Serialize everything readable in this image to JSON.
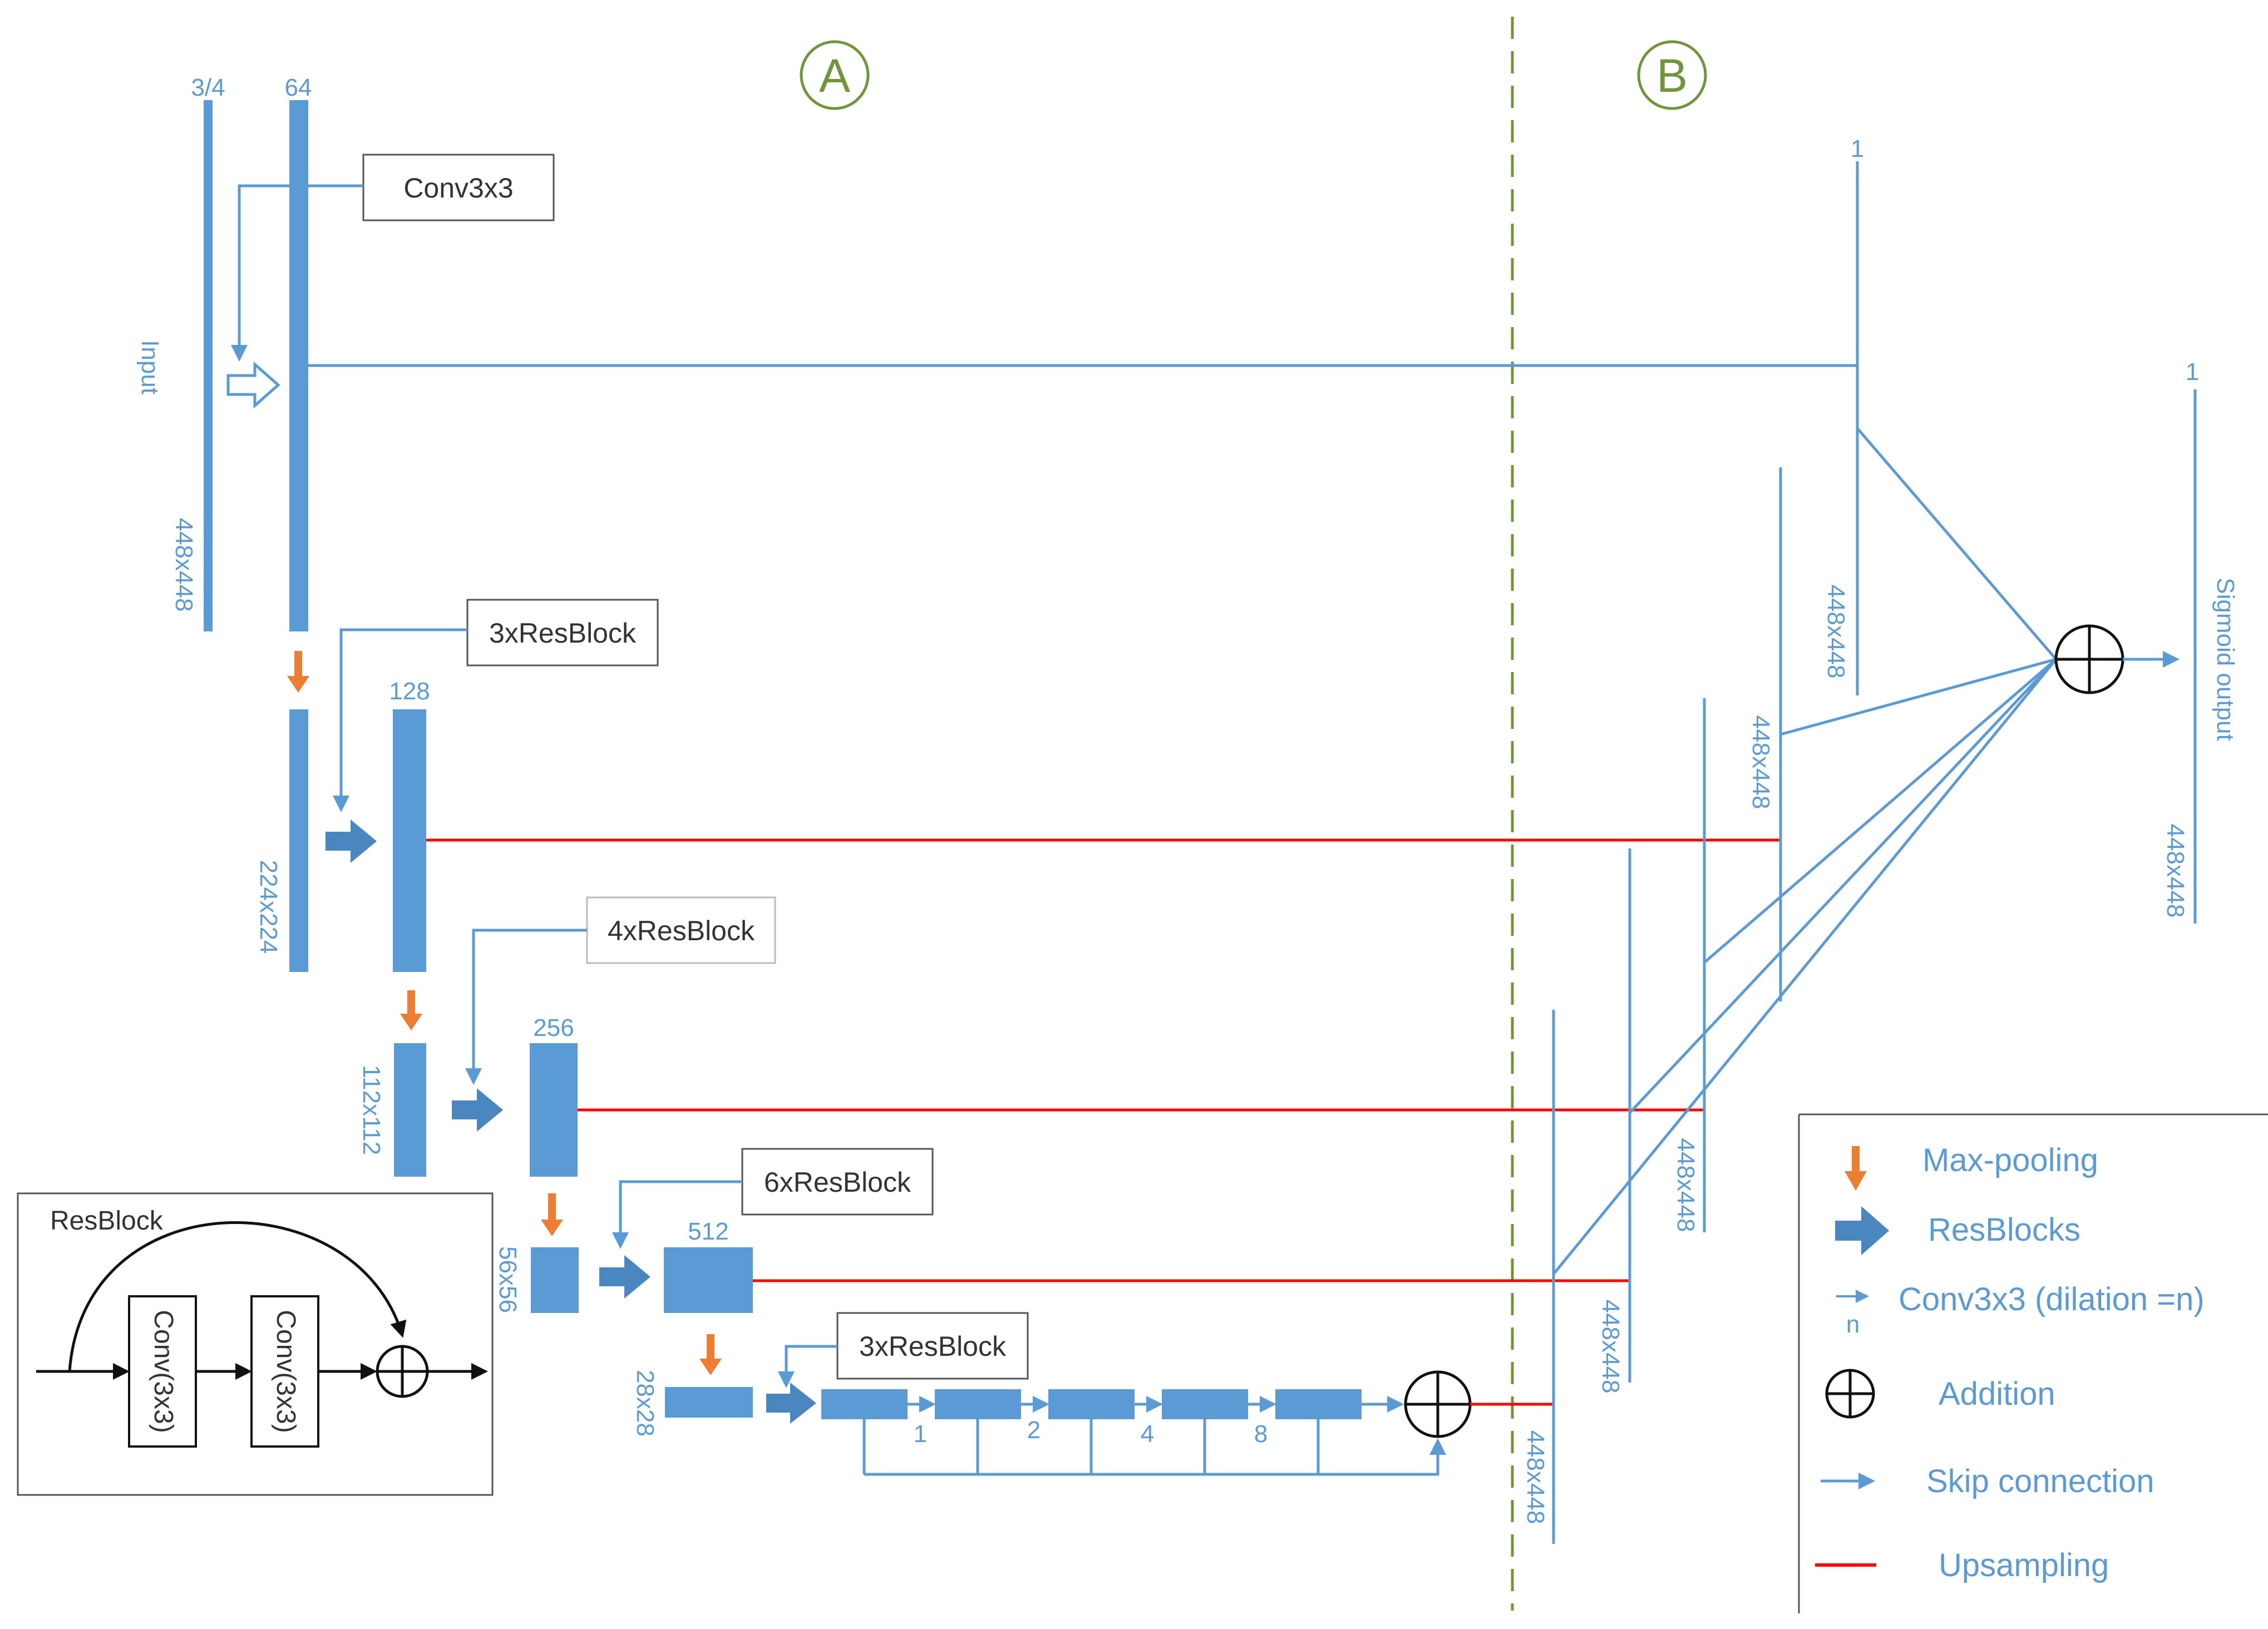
{
  "sections": {
    "a": "A",
    "b": "B"
  },
  "input": {
    "label": "Input",
    "channels": "3/4",
    "size": "448x448"
  },
  "encoder": {
    "level1_channels": "64",
    "level2_channels": "128",
    "level2_size": "224x224",
    "level3_channels": "256",
    "level3_size": "112x112",
    "level4_channels": "512",
    "level4_size": "56x56",
    "level5_size": "28x28"
  },
  "ops": {
    "conv": "Conv3x3",
    "res3a": "3xResBlock",
    "res4": "4xResBlock",
    "res6": "6xResBlock",
    "res3b": "3xResBlock"
  },
  "dilations": [
    "1",
    "2",
    "4",
    "8"
  ],
  "decoder": {
    "top_channels": "1",
    "output_channels": "1",
    "output_label": "Sigmoid output",
    "size_labels": [
      "448x448",
      "448x448",
      "448x448",
      "448x448",
      "448x448",
      "448x448"
    ]
  },
  "resblock": {
    "title": "ResBlock",
    "conv1": "Conv(3x3)",
    "conv2": "Conv(3x3)"
  },
  "legend": {
    "maxpool": "Max-pooling",
    "resblocks": "ResBlocks",
    "conv_dilation": "Conv3x3 (dilation =n)",
    "conv_n": "n",
    "addition": "Addition",
    "skip": "Skip connection",
    "upsampling": "Upsampling"
  },
  "colors": {
    "blue": "#5b9bd5",
    "arrow_blue": "#4a86c0",
    "orange": "#ed7d31",
    "red": "#ff0000",
    "green": "#70963a"
  }
}
